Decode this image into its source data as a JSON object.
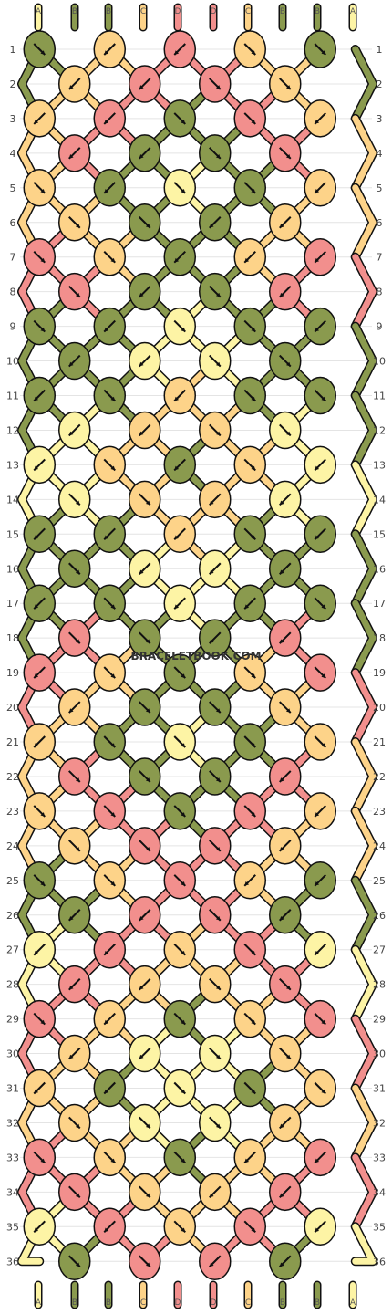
{
  "colors": {
    "A": "#fdf4a5",
    "B": "#8a9a4e",
    "C": "#fdd389",
    "D": "#f28f8d"
  },
  "strand_labels": [
    "A",
    "B",
    "B",
    "C",
    "D",
    "D",
    "C",
    "B",
    "B",
    "A"
  ],
  "bottom_labels": [
    "A",
    "B",
    "B",
    "C",
    "D",
    "D",
    "C",
    "B",
    "B",
    "A"
  ],
  "row_numbers": [
    "1",
    "2",
    "3",
    "4",
    "5",
    "6",
    "7",
    "8",
    "9",
    "10",
    "11",
    "12",
    "13",
    "14",
    "15",
    "16",
    "17",
    "18",
    "19",
    "20",
    "21",
    "22",
    "23",
    "24",
    "25",
    "26",
    "27",
    "28",
    "29",
    "30",
    "31",
    "32",
    "33",
    "34",
    "35",
    "36"
  ],
  "watermark": "BRACELETBOOK.COM",
  "knots": [
    [
      [
        "B",
        "se"
      ],
      [
        "C",
        "sw"
      ],
      [
        "D",
        "sw"
      ],
      [
        "C",
        "se"
      ],
      [
        "B",
        "se"
      ]
    ],
    [
      [
        "C",
        "sw"
      ],
      [
        "D",
        "sw"
      ],
      [
        "D",
        "se"
      ],
      [
        "C",
        "se"
      ]
    ],
    [
      [
        "C",
        "sw"
      ],
      [
        "D",
        "sw"
      ],
      [
        "B",
        "se"
      ],
      [
        "D",
        "se"
      ],
      [
        "C",
        "sw"
      ]
    ],
    [
      [
        "D",
        "sw"
      ],
      [
        "B",
        "sw"
      ],
      [
        "B",
        "se"
      ],
      [
        "D",
        "se"
      ]
    ],
    [
      [
        "C",
        "se"
      ],
      [
        "B",
        "sw"
      ],
      [
        "A",
        "se"
      ],
      [
        "B",
        "se"
      ],
      [
        "C",
        "sw"
      ]
    ],
    [
      [
        "C",
        "se"
      ],
      [
        "B",
        "se"
      ],
      [
        "B",
        "sw"
      ],
      [
        "C",
        "sw"
      ]
    ],
    [
      [
        "D",
        "se"
      ],
      [
        "C",
        "se"
      ],
      [
        "B",
        "sw"
      ],
      [
        "C",
        "sw"
      ],
      [
        "D",
        "sw"
      ]
    ],
    [
      [
        "D",
        "se"
      ],
      [
        "B",
        "sw"
      ],
      [
        "B",
        "se"
      ],
      [
        "D",
        "sw"
      ]
    ],
    [
      [
        "B",
        "se"
      ],
      [
        "B",
        "sw"
      ],
      [
        "A",
        "se"
      ],
      [
        "B",
        "se"
      ],
      [
        "B",
        "sw"
      ]
    ],
    [
      [
        "B",
        "sw"
      ],
      [
        "A",
        "sw"
      ],
      [
        "A",
        "se"
      ],
      [
        "B",
        "se"
      ]
    ],
    [
      [
        "B",
        "sw"
      ],
      [
        "B",
        "se"
      ],
      [
        "C",
        "sw"
      ],
      [
        "B",
        "se"
      ],
      [
        "B",
        "se"
      ]
    ],
    [
      [
        "A",
        "sw"
      ],
      [
        "C",
        "sw"
      ],
      [
        "C",
        "se"
      ],
      [
        "A",
        "se"
      ]
    ],
    [
      [
        "A",
        "sw"
      ],
      [
        "C",
        "se"
      ],
      [
        "B",
        "sw"
      ],
      [
        "C",
        "se"
      ],
      [
        "A",
        "sw"
      ]
    ],
    [
      [
        "A",
        "se"
      ],
      [
        "C",
        "se"
      ],
      [
        "C",
        "sw"
      ],
      [
        "A",
        "sw"
      ]
    ],
    [
      [
        "B",
        "sw"
      ],
      [
        "B",
        "sw"
      ],
      [
        "C",
        "sw"
      ],
      [
        "B",
        "se"
      ],
      [
        "B",
        "sw"
      ]
    ],
    [
      [
        "B",
        "se"
      ],
      [
        "A",
        "sw"
      ],
      [
        "A",
        "sw"
      ],
      [
        "B",
        "sw"
      ]
    ],
    [
      [
        "B",
        "sw"
      ],
      [
        "B",
        "se"
      ],
      [
        "A",
        "sw"
      ],
      [
        "B",
        "sw"
      ],
      [
        "B",
        "se"
      ]
    ],
    [
      [
        "D",
        "se"
      ],
      [
        "B",
        "se"
      ],
      [
        "B",
        "sw"
      ],
      [
        "D",
        "sw"
      ]
    ],
    [
      [
        "D",
        "sw"
      ],
      [
        "C",
        "se"
      ],
      [
        "B",
        "se"
      ],
      [
        "C",
        "se"
      ],
      [
        "D",
        "se"
      ]
    ],
    [
      [
        "C",
        "sw"
      ],
      [
        "B",
        "se"
      ],
      [
        "B",
        "se"
      ],
      [
        "C",
        "se"
      ]
    ],
    [
      [
        "C",
        "sw"
      ],
      [
        "B",
        "se"
      ],
      [
        "A",
        "se"
      ],
      [
        "B",
        "se"
      ],
      [
        "C",
        "se"
      ]
    ],
    [
      [
        "D",
        "se"
      ],
      [
        "B",
        "se"
      ],
      [
        "B",
        "se"
      ],
      [
        "D",
        "sw"
      ]
    ],
    [
      [
        "C",
        "se"
      ],
      [
        "D",
        "se"
      ],
      [
        "B",
        "se"
      ],
      [
        "D",
        "se"
      ],
      [
        "C",
        "sw"
      ]
    ],
    [
      [
        "C",
        "se"
      ],
      [
        "D",
        "se"
      ],
      [
        "D",
        "se"
      ],
      [
        "C",
        "sw"
      ]
    ],
    [
      [
        "B",
        "se"
      ],
      [
        "C",
        "se"
      ],
      [
        "D",
        "se"
      ],
      [
        "C",
        "sw"
      ],
      [
        "B",
        "sw"
      ]
    ],
    [
      [
        "B",
        "sw"
      ],
      [
        "D",
        "sw"
      ],
      [
        "D",
        "se"
      ],
      [
        "B",
        "sw"
      ]
    ],
    [
      [
        "A",
        "sw"
      ],
      [
        "D",
        "sw"
      ],
      [
        "C",
        "se"
      ],
      [
        "D",
        "se"
      ],
      [
        "A",
        "sw"
      ]
    ],
    [
      [
        "D",
        "sw"
      ],
      [
        "C",
        "sw"
      ],
      [
        "C",
        "se"
      ],
      [
        "D",
        "se"
      ]
    ],
    [
      [
        "D",
        "se"
      ],
      [
        "C",
        "sw"
      ],
      [
        "B",
        "se"
      ],
      [
        "C",
        "se"
      ],
      [
        "D",
        "se"
      ]
    ],
    [
      [
        "C",
        "sw"
      ],
      [
        "A",
        "sw"
      ],
      [
        "A",
        "se"
      ],
      [
        "C",
        "se"
      ]
    ],
    [
      [
        "C",
        "sw"
      ],
      [
        "B",
        "sw"
      ],
      [
        "A",
        "se"
      ],
      [
        "B",
        "se"
      ],
      [
        "C",
        "se"
      ]
    ],
    [
      [
        "C",
        "se"
      ],
      [
        "A",
        "se"
      ],
      [
        "A",
        "se"
      ],
      [
        "C",
        "sw"
      ]
    ],
    [
      [
        "D",
        "se"
      ],
      [
        "C",
        "se"
      ],
      [
        "B",
        "se"
      ],
      [
        "C",
        "sw"
      ],
      [
        "D",
        "sw"
      ]
    ],
    [
      [
        "D",
        "se"
      ],
      [
        "C",
        "se"
      ],
      [
        "C",
        "sw"
      ],
      [
        "D",
        "sw"
      ]
    ],
    [
      [
        "A",
        "sw"
      ],
      [
        "D",
        "sw"
      ],
      [
        "C",
        "se"
      ],
      [
        "D",
        "se"
      ],
      [
        "A",
        "sw"
      ]
    ],
    [
      [
        "B",
        "se"
      ],
      [
        "D",
        "se"
      ],
      [
        "D",
        "sw"
      ],
      [
        "B",
        "sw"
      ]
    ]
  ]
}
